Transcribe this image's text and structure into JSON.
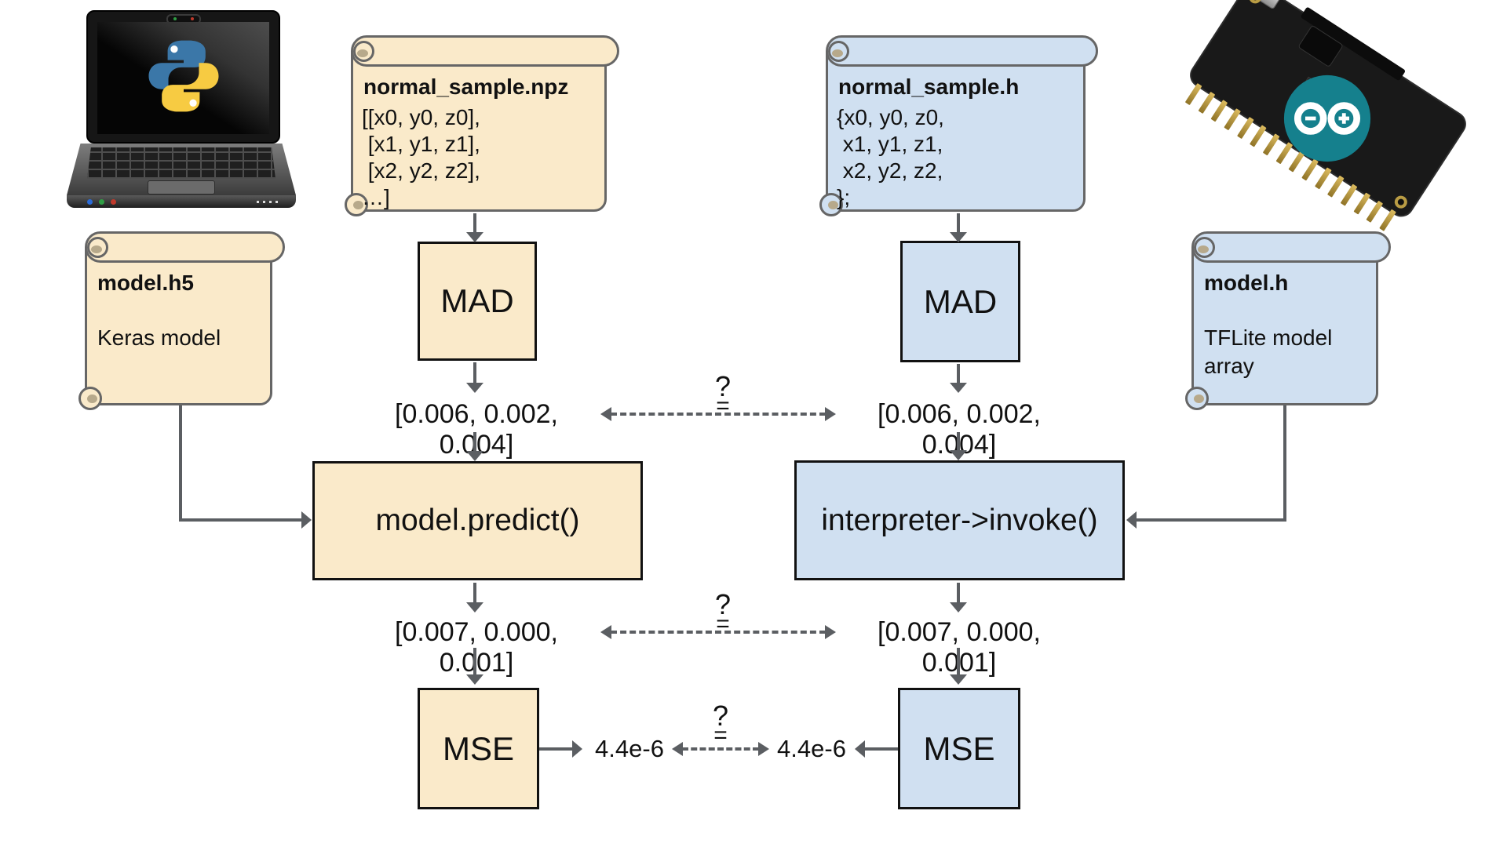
{
  "colors": {
    "tan": "#FAEACA",
    "blue": "#D0E0F1",
    "arrow": "#5B5E62",
    "scroll_border": "#666666",
    "box_border": "#111111",
    "curl_shade": "#B7A98B",
    "arduino_teal": "#15808D",
    "python_blue": "#3B77A8",
    "python_yellow": "#F7CB42"
  },
  "pipelines": {
    "python": {
      "sample_file": {
        "title": "normal_sample.npz",
        "lines": [
          "[[x0, y0, z0],",
          " [x1, y1, z1],",
          " [x2, y2, z2],",
          "…]"
        ]
      },
      "model_file": {
        "title": "model.h5",
        "description": "Keras model"
      },
      "mad_box": "MAD",
      "mad_result": "[0.006, 0.002, 0.004]",
      "inference_box": "model.predict()",
      "inference_result": "[0.007, 0.000, 0.001]",
      "mse_box": "MSE",
      "mse_result": "4.4e-6"
    },
    "arduino": {
      "sample_file": {
        "title": "normal_sample.h",
        "lines": [
          "{x0, y0, z0,",
          " x1, y1, z1,",
          " x2, y2, z2,",
          "};"
        ]
      },
      "model_file": {
        "title": "model.h",
        "description": "TFLite model array"
      },
      "mad_box": "MAD",
      "mad_result": "[0.006, 0.002, 0.004]",
      "inference_box": "interpreter->invoke()",
      "inference_result": "[0.007, 0.000, 0.001]",
      "mse_box": "MSE",
      "mse_result": "4.4e-6"
    }
  },
  "comparisons": {
    "question": "?",
    "equals": "="
  }
}
